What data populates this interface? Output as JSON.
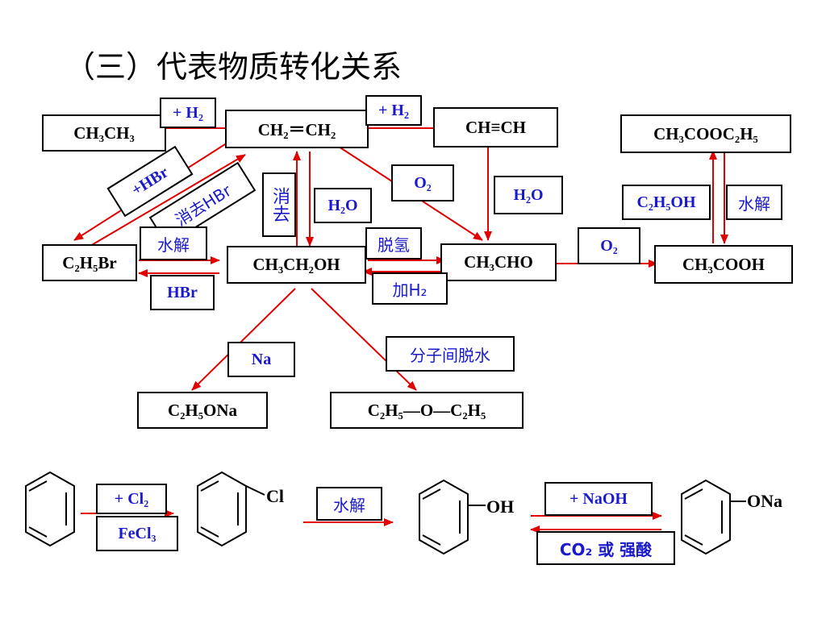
{
  "title": "（三）代表物质转化关系",
  "compounds": {
    "ethane": "CH₃CH₃",
    "ethylene": "CH₂＝CH₂",
    "acetylene": "CH≡CH",
    "ethyl_acetate": "CH₃COOC₂H₅",
    "bromoethane": "C₂H₅Br",
    "ethanol": "CH₃CH₂OH",
    "acetaldehyde": "CH₃CHO",
    "acetic_acid": "CH₃COOH",
    "sodium_ethoxide": "C₂H₅ONa",
    "diethyl_ether": "C₂H₅—O—C₂H₅"
  },
  "conditions": {
    "h2_ethylene_to_ethane": "+ H₂",
    "h2_acetylene_to_ethylene": "+ H₂",
    "hbr_add": "+HBr",
    "elim_hbr": "消去HBr",
    "elimination": "消去",
    "water_hydration": "H₂O",
    "o2_ethylene": "O₂",
    "water_acetylene": "H₂O",
    "ethanol_esterify": "C₂H₅OH",
    "hydrolysis_ester": "水解",
    "hydrolysis_br": "水解",
    "hbr_sub": "HBr",
    "dehydrogenation": "脱氢",
    "add_h2": "加H₂",
    "o2_oxidation": "O₂",
    "sodium": "Na",
    "intermolecular_dehydration": "分子间脱水"
  },
  "benzene_row": {
    "cl2": "+ Cl₂",
    "fecl3": "FeCl₃",
    "hydrolysis": "水解",
    "naoh": "+ NaOH",
    "co2_acid": "CO₂ 或 强酸",
    "cl": "Cl",
    "oh": "OH",
    "ona": "ONa"
  },
  "colors": {
    "arrow": "#e00000",
    "condition_text": "#1a1acc",
    "compound_text": "#000000"
  }
}
